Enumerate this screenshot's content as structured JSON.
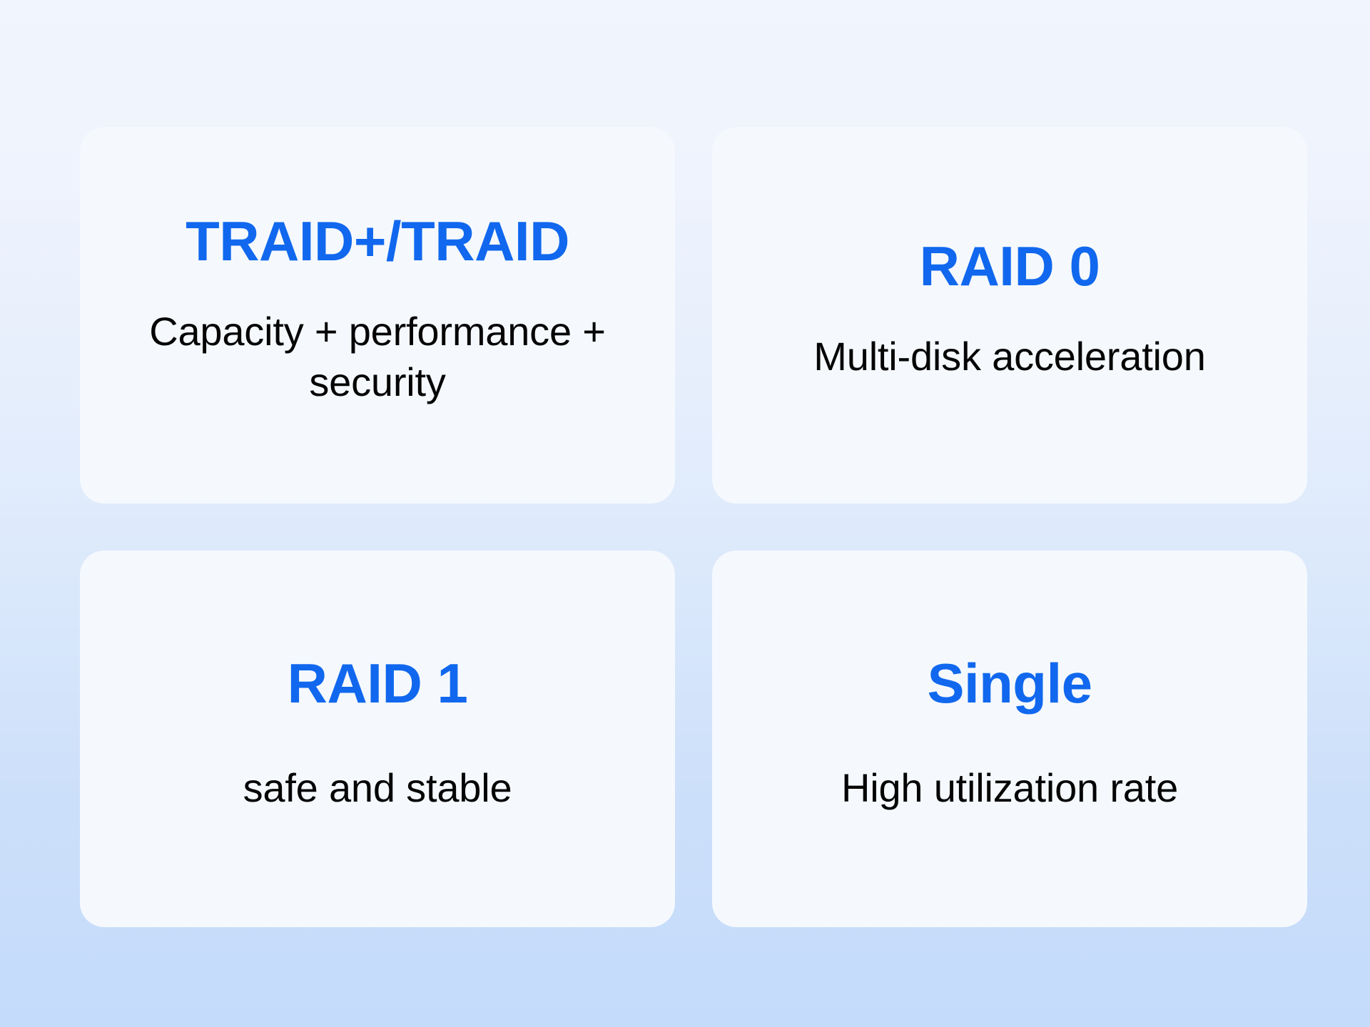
{
  "page": {
    "background_top_color": "#f1f5fd",
    "background_bottom_color": "#c4dbfb",
    "card_background_color": "#f5f9fd",
    "accent_color": "#1168ee",
    "body_text_color": "#050505"
  },
  "cards": [
    {
      "title": "TRAID+/TRAID",
      "description": "Capacity + performance + security"
    },
    {
      "title": "RAID 0",
      "description": "Multi-disk acceleration"
    },
    {
      "title": "RAID 1",
      "description": "safe and stable"
    },
    {
      "title": "Single",
      "description": "High utilization rate"
    }
  ]
}
